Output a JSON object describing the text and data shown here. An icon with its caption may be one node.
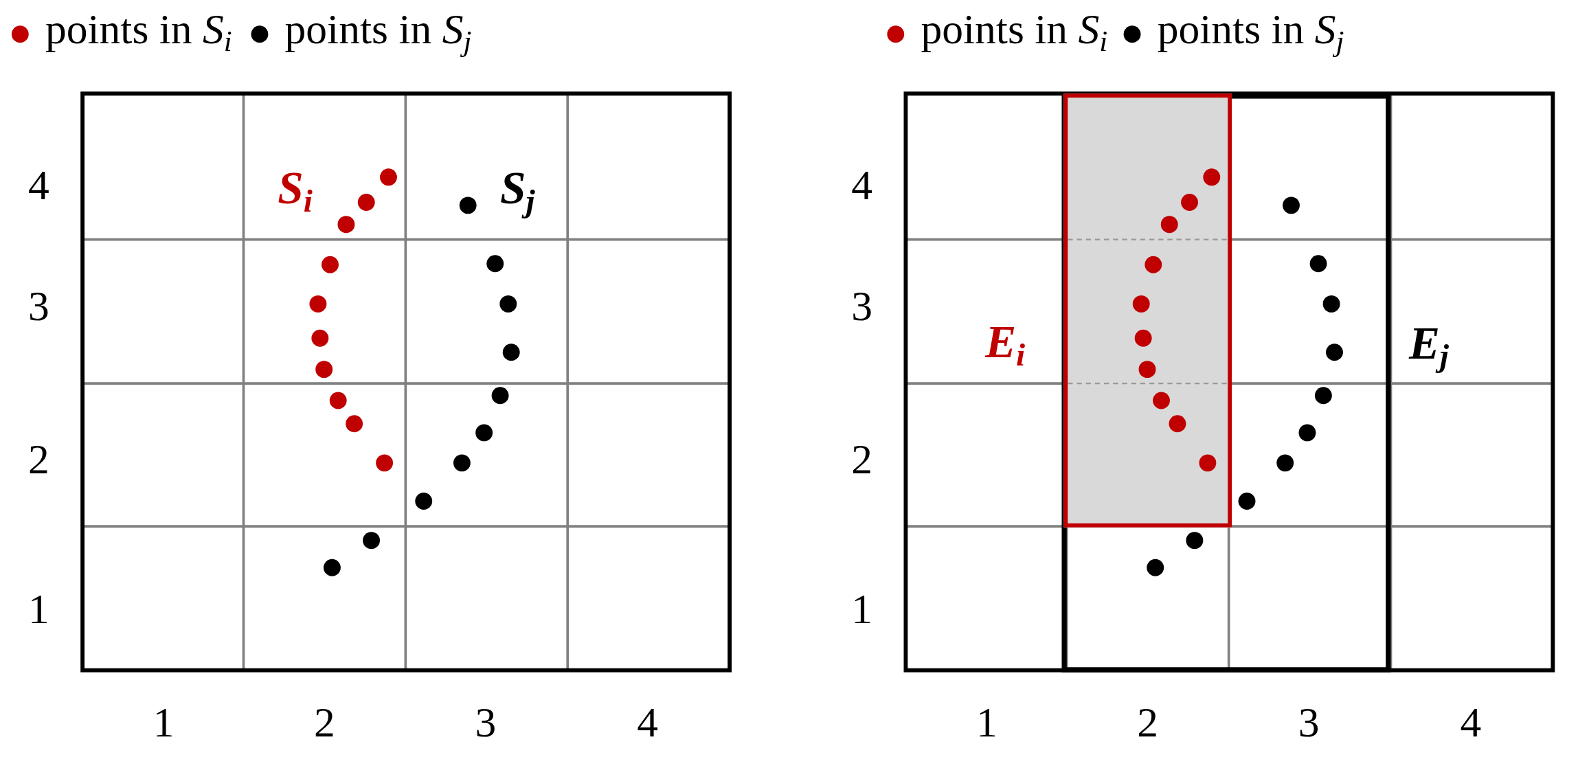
{
  "diagram": {
    "nodes": [
      {
        "text": [
          "E$_{j}$"
        ]
      },
      {
        "text": [
          "E$_{i}$"
        ],
        "in": 0
      }
    ],
    "labels": [
      "S$_{i}$",
      "S$_{j}$",
      "4",
      "3",
      "2",
      "1",
      "1",
      "2",
      "3",
      "4",
      "4",
      "3",
      "2",
      "1",
      "1",
      "2",
      "3",
      "4"
    ],
    "legend": [
      {
        "text": "points in *S*$_{i}$",
        "color": "#c00000"
      },
      {
        "text": "points in *S*$_{j}$",
        "color": "#000000"
      },
      {
        "text": "points in *S*$_{i}$",
        "color": "#c00000"
      },
      {
        "text": "points in *S*$_{j}$",
        "color": "#000000"
      }
    ]
  }
}
